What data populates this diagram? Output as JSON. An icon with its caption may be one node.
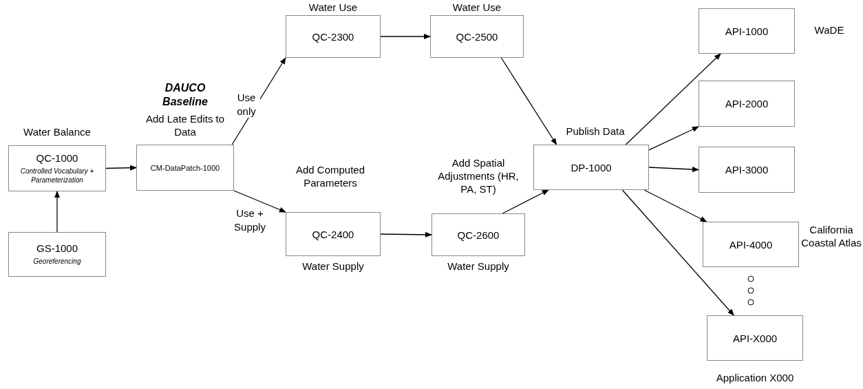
{
  "diagram": {
    "nodes": [
      {
        "text": [
          "QC-1000",
          "Controlled Vocabulary + Parameterization"
        ],
        "beside": [
          "Water Balance"
        ]
      },
      {
        "text": [
          "GS-1000",
          "Georeferencing"
        ]
      },
      {
        "text": [
          "CM-DataPatch-1000"
        ],
        "beside": [
          "DAUCO Baseline",
          "Add Late Edits to Data"
        ]
      },
      {
        "text": [
          "QC-2300"
        ],
        "beside": [
          "Water Use"
        ]
      },
      {
        "text": [
          "QC-2500"
        ],
        "beside": [
          "Water Use"
        ]
      },
      {
        "text": [
          "QC-2400"
        ],
        "beside": [
          "Water Supply"
        ]
      },
      {
        "text": [
          "QC-2600"
        ],
        "beside": [
          "Water Supply"
        ]
      },
      {
        "text": [
          "DP-1000"
        ],
        "beside": [
          "Publish Data"
        ]
      },
      {
        "text": [
          "API-1000"
        ],
        "beside": [
          "WaDE"
        ]
      },
      {
        "text": [
          "API-2000"
        ]
      },
      {
        "text": [
          "API-3000"
        ]
      },
      {
        "text": [
          "API-4000"
        ],
        "beside": [
          "California Coastal Atlas"
        ]
      },
      {
        "text": [
          "API-X000"
        ],
        "beside": [
          "Application X000"
        ]
      }
    ],
    "edges": [
      {
        "from": 0,
        "to": 2,
        "arrow": "to"
      },
      {
        "from": 1,
        "to": 0,
        "arrow": "to"
      },
      {
        "from": 2,
        "to": 3,
        "arrow": "to",
        "label": "Use only"
      },
      {
        "from": 2,
        "to": 5,
        "arrow": "to",
        "label": "Use + Supply"
      },
      {
        "from": 3,
        "to": 4,
        "arrow": "to"
      },
      {
        "from": 5,
        "to": 6,
        "arrow": "to"
      },
      {
        "from": 4,
        "to": 7,
        "arrow": "to"
      },
      {
        "from": 6,
        "to": 7,
        "arrow": "to"
      },
      {
        "from": 7,
        "to": 8,
        "arrow": "to"
      },
      {
        "from": 7,
        "to": 9,
        "arrow": "to"
      },
      {
        "from": 7,
        "to": 10,
        "arrow": "to"
      },
      {
        "from": 7,
        "to": 11,
        "arrow": "to"
      },
      {
        "from": 7,
        "to": 12,
        "arrow": "to"
      }
    ],
    "labels": [
      "Add Computed Parameters",
      "Add Spatial Adjustments (HR, PA, ST)"
    ]
  }
}
